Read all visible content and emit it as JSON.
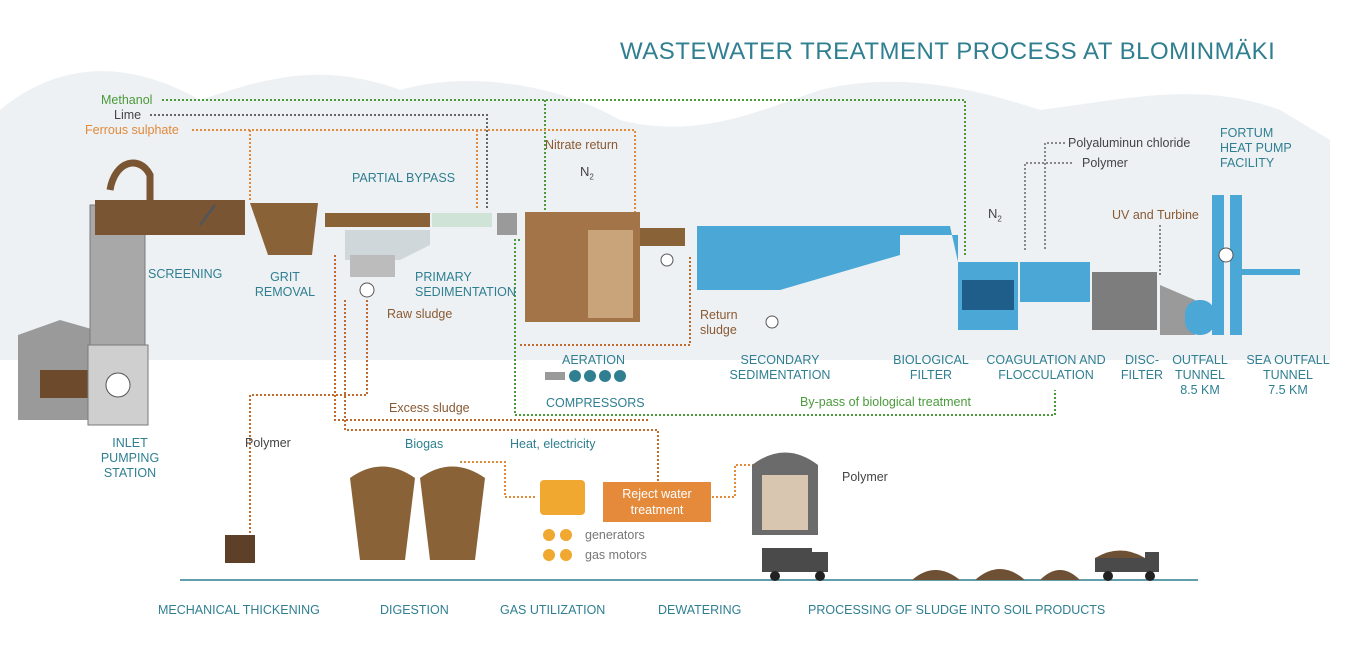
{
  "title": "WASTEWATER TREATMENT PROCESS AT BLOMINMÄKI",
  "colors": {
    "teal_text": "#2f7f91",
    "brown_text": "#8a5a33",
    "green_line": "#4a9a3a",
    "orange_line": "#e08a3a",
    "water_blue": "#4aa7d6",
    "sludge_brown": "#8a5a33",
    "hills": "#eef1f4"
  },
  "chemicals": {
    "methanol": "Methanol",
    "lime": "Lime",
    "ferrous": "Ferrous sulphate",
    "pac": "Polyaluminun chloride",
    "polymer_top": "Polymer",
    "uv": "UV and Turbine",
    "polymer_left": "Polymer",
    "polymer_dewater": "Polymer"
  },
  "stages": {
    "screening": "SCREENING",
    "grit1": "GRIT",
    "grit2": "REMOVAL",
    "partial_bypass": "PARTIAL BYPASS",
    "primary1": "PRIMARY",
    "primary2": "SEDIMENTATION",
    "inlet1": "INLET",
    "inlet2": "PUMPING",
    "inlet3": "STATION",
    "aeration": "AERATION",
    "compressors": "COMPRESSORS",
    "secondary1": "SECONDARY",
    "secondary2": "SEDIMENTATION",
    "bio1": "BIOLOGICAL",
    "bio2": "FILTER",
    "coag1": "COAGULATION AND",
    "coag2": "FLOCCULATION",
    "disc1": "DISC-",
    "disc2": "FILTER",
    "outfall1": "OUTFALL",
    "outfall2": "TUNNEL",
    "outfall3": "8.5 KM",
    "sea1": "SEA OUTFALL",
    "sea2": "TUNNEL",
    "sea3": "7.5 KM",
    "fortum1": "FORTUM",
    "fortum2": "HEAT PUMP",
    "fortum3": "FACILITY"
  },
  "flows": {
    "nitrate": "Nitrate return",
    "n2_a": "N",
    "n2_b": "N",
    "n2_sub": "2",
    "raw_sludge": "Raw sludge",
    "return1": "Return",
    "return2": "sludge",
    "excess": "Excess sludge",
    "bypass_bio": "By-pass of biological treatment",
    "biogas": "Biogas",
    "heat": "Heat, electricity",
    "reject1": "Reject water",
    "reject2": "treatment",
    "generators": "generators",
    "gasmotors": "gas motors"
  },
  "bottom": {
    "thickening": "MECHANICAL THICKENING",
    "digestion": "DIGESTION",
    "gas_util": "GAS UTILIZATION",
    "dewatering": "DEWATERING",
    "processing": "PROCESSING OF SLUDGE INTO SOIL PRODUCTS"
  }
}
